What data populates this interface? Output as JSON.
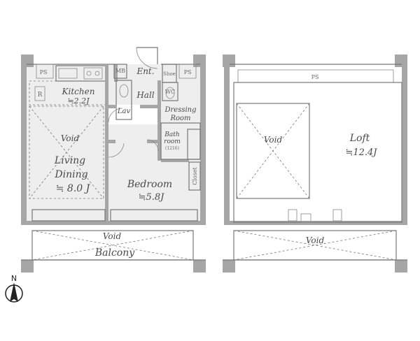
{
  "left_plan": {
    "ps_top_left": "PS",
    "mb": "MB",
    "ent": "Ent.",
    "shoe": "Shoe",
    "ps_top_right": "PS",
    "kitchen": "Kitchen",
    "kitchen_size": "≒2.2J",
    "r": "R",
    "hall": "Hall",
    "wc": "WC",
    "lav": "Lav",
    "dressing_room": "Dressing",
    "dressing_room_2": "Room",
    "bath": "Bath",
    "bath_2": "room",
    "bath_size": "(1216)",
    "void_ld": "Void",
    "living": "Living",
    "dining": "Dining",
    "ld_size": "≒ 8.0 J",
    "bedroom": "Bedroom",
    "bedroom_size": "≒5.8J",
    "closet": "Closet",
    "void_balcony": "Void",
    "balcony": "Balcony"
  },
  "right_plan": {
    "ps": "PS",
    "void_upper": "Void",
    "loft": "Loft",
    "loft_size": "≒12.4J",
    "void_lower": "Void"
  },
  "compass": {
    "north": "N"
  }
}
